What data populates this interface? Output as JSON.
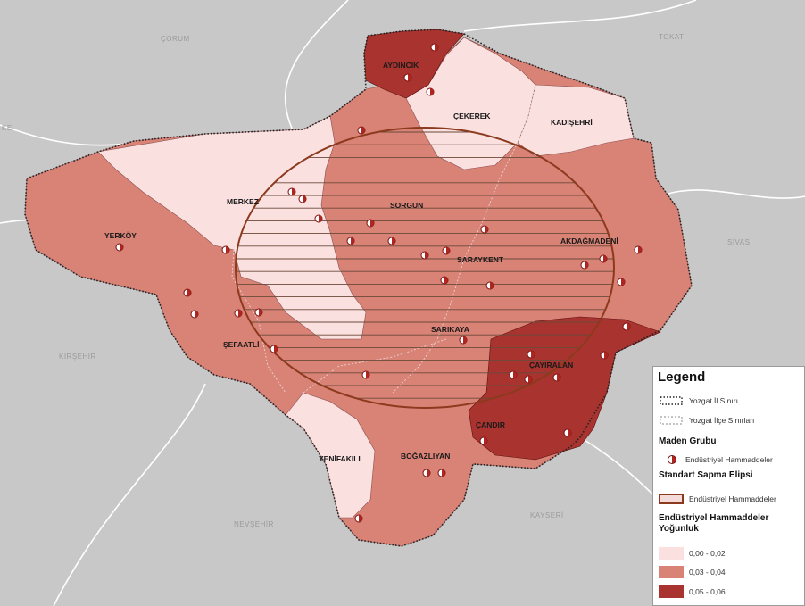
{
  "neighbors": [
    "ÇORUM",
    "TOKAT",
    "SİVAS",
    "KIRŞEHİR",
    "NEVŞEHİR",
    "KAYSERİ",
    "KE"
  ],
  "districts": [
    {
      "name": "AYDINCIK",
      "density": "0,05 - 0,06"
    },
    {
      "name": "ÇEKEREK",
      "density": "0,00 - 0,02"
    },
    {
      "name": "KADIŞEHRİ",
      "density": "0,00 - 0,02"
    },
    {
      "name": "MERKEZ",
      "density": "0,00 - 0,02"
    },
    {
      "name": "SORGUN",
      "density": "0,03 - 0,04"
    },
    {
      "name": "YERKÖY",
      "density": "0,03 - 0,04"
    },
    {
      "name": "AKDAĞMADENİ",
      "density": "0,03 - 0,04"
    },
    {
      "name": "SARAYKENT",
      "density": "0,03 - 0,04"
    },
    {
      "name": "SARIKAYA",
      "density": "0,03 - 0,04"
    },
    {
      "name": "ŞEFAATLİ",
      "density": "0,03 - 0,04"
    },
    {
      "name": "ÇAYIRALAN",
      "density": "0,05 - 0,06"
    },
    {
      "name": "ÇANDIR",
      "density": "0,05 - 0,06"
    },
    {
      "name": "YENİFAKILI",
      "density": "0,00 - 0,02"
    },
    {
      "name": "BOĞAZLIYAN",
      "density": "0,03 - 0,04"
    }
  ],
  "colors": {
    "background": "#c8c8c8",
    "low": "#fbe0e0",
    "mid": "#d98276",
    "high": "#a8332f",
    "ellipse": "#8b3a1e",
    "point": "#b0251f"
  },
  "legend": {
    "title": "Legend",
    "boundary_province": "Yozgat İl Sınırı",
    "boundary_district": "Yozgat İlçe Sınırları",
    "group_heading": "Maden Grubu",
    "point_label": "Endüstriyel Hammaddeler",
    "ellipse_heading": "Standart Sapma Elipsi",
    "ellipse_label": "Endüstriyel Hammaddeler",
    "density_heading": "Endüstriyel Hammaddeler Yoğunluk",
    "classes": [
      "0,00 - 0,02",
      "0,03 - 0,04",
      "0,05 - 0,06"
    ]
  }
}
